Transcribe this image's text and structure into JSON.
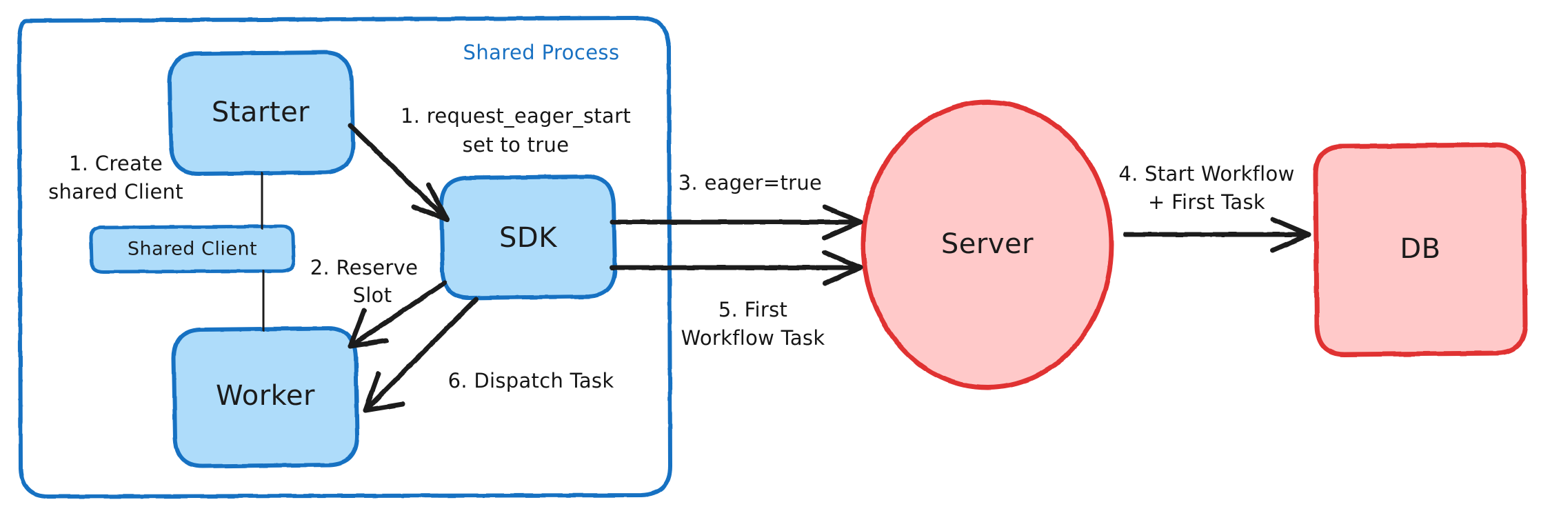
{
  "diagram": {
    "title_visible": false,
    "background_color": "#ffffff",
    "palette": {
      "blue_fill": "#aedcfa",
      "blue_stroke": "#1971c2",
      "red_fill": "#ffc9c9",
      "red_stroke": "#e03131",
      "ink": "#1b1b1b",
      "group_label_color": "#1971c2"
    },
    "group": {
      "name": "shared-process",
      "label": "Shared Process"
    },
    "nodes": [
      {
        "id": "starter",
        "label": "Starter",
        "shape": "rounded-rect",
        "fill": "#aedcfa",
        "stroke": "#1971c2"
      },
      {
        "id": "shared_client",
        "label": "Shared Client",
        "shape": "rounded-rect",
        "fill": "#aedcfa",
        "stroke": "#1971c2"
      },
      {
        "id": "worker",
        "label": "Worker",
        "shape": "rounded-rect",
        "fill": "#aedcfa",
        "stroke": "#1971c2"
      },
      {
        "id": "sdk",
        "label": "SDK",
        "shape": "rounded-rect",
        "fill": "#aedcfa",
        "stroke": "#1971c2"
      },
      {
        "id": "server",
        "label": "Server",
        "shape": "ellipse",
        "fill": "#ffc9c9",
        "stroke": "#e03131"
      },
      {
        "id": "db",
        "label": "DB",
        "shape": "rounded-rect",
        "fill": "#ffc9c9",
        "stroke": "#e03131"
      }
    ],
    "edges": [
      {
        "id": "e1",
        "from": "starter",
        "to": "shared_client",
        "label_lines": [
          "1. Create",
          "shared Client"
        ],
        "arrow": false
      },
      {
        "id": "e2",
        "from": "shared_client",
        "to": "worker",
        "label_lines": [],
        "arrow": false
      },
      {
        "id": "e3",
        "from": "starter",
        "to": "sdk",
        "label_lines": [
          "1. request_eager_start",
          "set to true"
        ],
        "arrow": true
      },
      {
        "id": "e4",
        "from": "sdk",
        "to": "worker",
        "label_lines": [
          "2. Reserve",
          "Slot"
        ],
        "arrow": true
      },
      {
        "id": "e5",
        "from": "sdk",
        "to": "server",
        "label_lines": [
          "3. eager=true"
        ],
        "arrow": true
      },
      {
        "id": "e6",
        "from": "server",
        "to": "db",
        "label_lines": [
          "4. Start Workflow",
          "+ First Task"
        ],
        "arrow": true
      },
      {
        "id": "e7",
        "from": "server",
        "to": "sdk",
        "label_lines": [
          "5. First",
          "Workflow Task"
        ],
        "arrow": true
      },
      {
        "id": "e8",
        "from": "sdk",
        "to": "worker",
        "label_lines": [
          "6. Dispatch Task"
        ],
        "arrow": true
      }
    ],
    "labels": {
      "group_shared_process": "Shared Process",
      "node_starter": "Starter",
      "node_shared_client": "Shared Client",
      "node_worker": "Worker",
      "node_sdk": "SDK",
      "node_server": "Server",
      "node_db": "DB",
      "edge1_line1": "1. Create",
      "edge1_line2": "shared Client",
      "edge3_line1": "1. request_eager_start",
      "edge3_line2": "set to true",
      "edge4_line1": "2. Reserve",
      "edge4_line2": "Slot",
      "edge5_line1": "3. eager=true",
      "edge6_line1": "4. Start Workflow",
      "edge6_line2": "+ First Task",
      "edge7_line1": "5. First",
      "edge7_line2": "Workflow Task",
      "edge8_line1": "6. Dispatch Task"
    }
  }
}
